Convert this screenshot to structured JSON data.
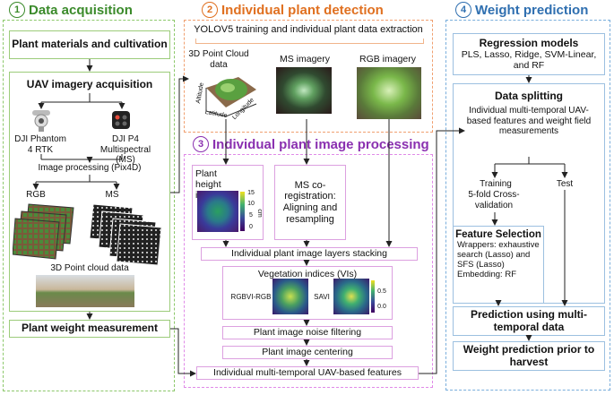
{
  "panels": {
    "acquisition": {
      "number": "1",
      "title": "Data acquisition",
      "color": "#3a8a2a",
      "plant_materials": "Plant materials and cultivation",
      "uav": "UAV imagery acquisition",
      "drone1": "DJI Phantom 4 RTK",
      "drone2": "DJI P4 Multispectral (MS)",
      "processing": "Image processing (Pix4D)",
      "rgb": "RGB",
      "ms": "MS",
      "pointcloud": "3D Point cloud data",
      "weight": "Plant weight measurement"
    },
    "detection": {
      "number": "2",
      "title": "Individual plant detection",
      "color": "#e07020",
      "yolo": "YOLOV5 training and individual plant data extraction",
      "pc": "3D Point Cloud data",
      "ms": "MS imagery",
      "rgb": "RGB imagery",
      "axis_altitude": "Altitude",
      "axis_latitude": "Latitude",
      "axis_longitude": "Longitude"
    },
    "processing": {
      "number": "3",
      "title": "Individual plant image processing",
      "color": "#8a30b0",
      "height": "Plant height image",
      "colorbar_ticks": [
        "15",
        "10",
        "5",
        "0"
      ],
      "colorbar_unit": "cm",
      "coreg": "MS co-registration: Aligning and resampling",
      "stacking": "Individual plant image layers stacking",
      "vis": "Vegetation indices (VIs)",
      "rgbvi": "RGBVI-RGB",
      "savi": "SAVI",
      "savi_ticks": [
        "0.5",
        "0.0"
      ],
      "noise": "Plant image noise filtering",
      "centering": "Plant image centering",
      "features": "Individual multi-temporal UAV-based features"
    },
    "prediction": {
      "number": "4",
      "title": "Weight prediction",
      "color": "#2f6fb0",
      "regression_title": "Regression models",
      "regression_body": "PLS, Lasso, Ridge, SVM-Linear, and RF",
      "split_title": "Data splitting",
      "split_body": "Individual multi-temporal UAV-based features and weight field measurements",
      "training": "Training",
      "cv": "5-fold Cross-validation",
      "test": "Test",
      "fs_title": "Feature Selection",
      "fs_body": "Wrappers: exhaustive search (Lasso) and SFS (Lasso) Embedding: RF",
      "pred_multi": "Prediction using multi-temporal data",
      "prior": "Weight prediction prior to harvest"
    }
  }
}
